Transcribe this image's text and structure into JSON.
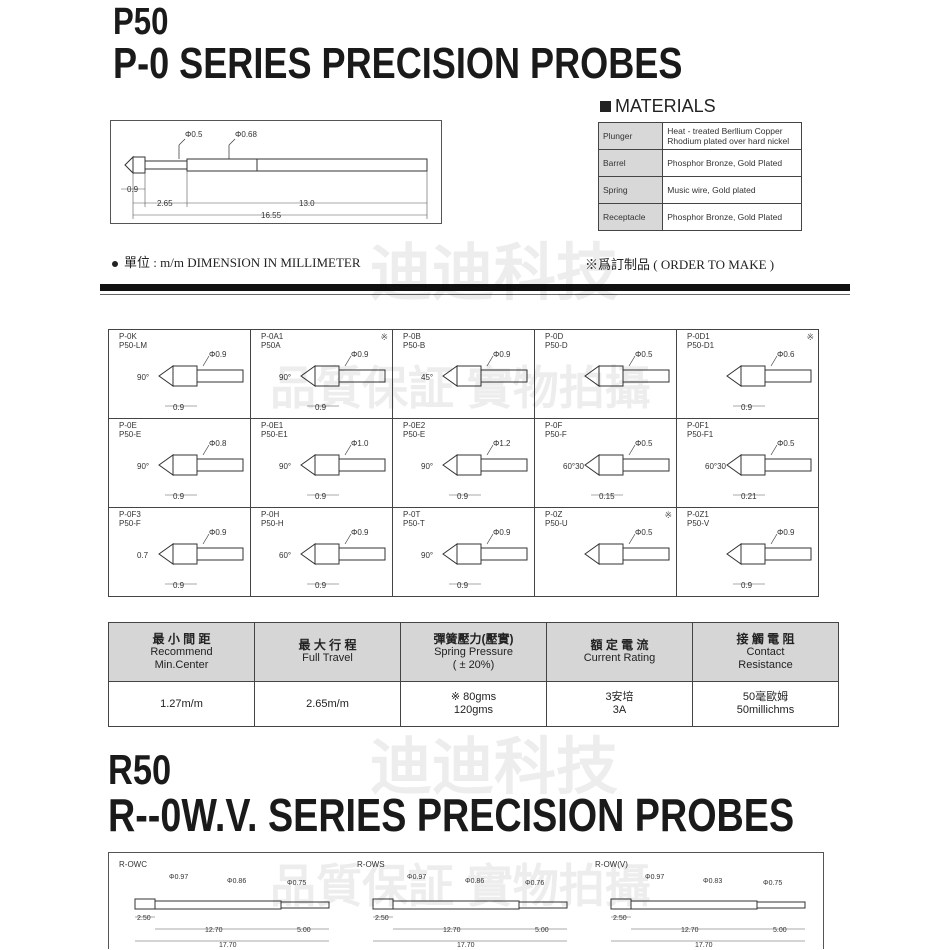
{
  "header": {
    "code": "P50",
    "series_title": "P-0  SERIES PRECISION PROBES"
  },
  "main_drawing": {
    "d1": "Φ0.5",
    "d2": "Φ0.68",
    "tip": "0.9",
    "seg1": "2.65",
    "seg2": "13.0",
    "total": "16.55"
  },
  "materials": {
    "heading": "MATERIALS",
    "rows": [
      {
        "part": "Plunger",
        "material": "Heat - treated Berllium  Copper Rhodium plated over hard nickel"
      },
      {
        "part": "Barrel",
        "material": "Phosphor Bronze,  Gold Plated"
      },
      {
        "part": "Spring",
        "material": "Music wire,  Gold  plated"
      },
      {
        "part": "Receptacle",
        "material": "Phosphor Bronze,  Gold  Plated"
      }
    ]
  },
  "units_note": "單位 : m/m DIMENSION  IN  MILLIMETER",
  "order_note": "※爲訂制品 (    ORDER TO MAKE )",
  "tips": [
    {
      "l1": "P-0K",
      "l2": "P50-LM",
      "mark": "",
      "dia": "Φ0.9",
      "angle": "90°",
      "len": "0.9"
    },
    {
      "l1": "P-0A1",
      "l2": "P50A",
      "mark": "※",
      "dia": "Φ0.9",
      "angle": "90°",
      "len": "0.9"
    },
    {
      "l1": "P-0B",
      "l2": "P50-B",
      "mark": "",
      "dia": "Φ0.9",
      "angle": "45°",
      "len": ""
    },
    {
      "l1": "P-0D",
      "l2": "P50-D",
      "mark": "",
      "dia": "Φ0.5",
      "angle": "",
      "len": ""
    },
    {
      "l1": "P-0D1",
      "l2": "P50-D1",
      "mark": "※",
      "dia": "Φ0.6",
      "angle": "",
      "len": "0.9"
    },
    {
      "l1": "P-0E",
      "l2": "P50-E",
      "mark": "",
      "dia": "Φ0.8",
      "angle": "90°",
      "len": "0.9"
    },
    {
      "l1": "P-0E1",
      "l2": "P50-E1",
      "mark": "",
      "dia": "Φ1.0",
      "angle": "90°",
      "len": "0.9"
    },
    {
      "l1": "P-0E2",
      "l2": "P50-E",
      "mark": "",
      "dia": "Φ1.2",
      "angle": "90°",
      "len": "0.9"
    },
    {
      "l1": "P-0F",
      "l2": "P50-F",
      "mark": "",
      "dia": "Φ0.5",
      "angle": "60°30",
      "len": "0.15"
    },
    {
      "l1": "P-0F1",
      "l2": "P50-F1",
      "mark": "",
      "dia": "Φ0.5",
      "angle": "60°30",
      "len": "0.21"
    },
    {
      "l1": "P-0F3",
      "l2": "P50-F",
      "mark": "",
      "dia": "Φ0.9",
      "angle": "0.7",
      "len": "0.9"
    },
    {
      "l1": "P-0H",
      "l2": "P50-H",
      "mark": "",
      "dia": "Φ0.9",
      "angle": "60°",
      "len": "0.9"
    },
    {
      "l1": "P-0T",
      "l2": "P50-T",
      "mark": "",
      "dia": "Φ0.9",
      "angle": "90°",
      "len": "0.9"
    },
    {
      "l1": "P-0Z",
      "l2": "P50-U",
      "mark": "※",
      "dia": "Φ0.5",
      "angle": "",
      "len": ""
    },
    {
      "l1": "P-0Z1",
      "l2": "P50-V",
      "mark": "",
      "dia": "Φ0.9",
      "angle": "",
      "len": "0.9"
    }
  ],
  "specs": {
    "headers": [
      {
        "zh": "最 小 間 距",
        "en1": "Recommend",
        "en2": "Min.Center"
      },
      {
        "zh": "最 大 行 程",
        "en1": "",
        "en2": "Full Travel"
      },
      {
        "zh": "彈簧壓力(壓實)",
        "en1": "Spring Pressure",
        "en2": "( ± 20%)"
      },
      {
        "zh": "額 定 電 流",
        "en1": "Current Rating",
        "en2": ""
      },
      {
        "zh": "接 觸 電 阻",
        "en1": "Contact",
        "en2": "Resistance"
      }
    ],
    "values": [
      {
        "a": "1.27m/m",
        "b": ""
      },
      {
        "a": "2.65m/m",
        "b": ""
      },
      {
        "a": "※ 80gms",
        "b": "120gms"
      },
      {
        "a": "3安培",
        "b": "3A"
      },
      {
        "a": "50毫歐姆",
        "b": "50millichms"
      }
    ]
  },
  "r_section": {
    "code": "R50",
    "series_title": "R--0W.V.  SERIES PRECISION PROBES"
  },
  "r_drawings": [
    {
      "name": "R-OWC",
      "d1": "Φ0.97",
      "d2": "Φ0.86",
      "d3": "Φ0.75",
      "a": "2.50",
      "b": "12.70",
      "c": "5.00",
      "total": "17.70"
    },
    {
      "name": "R-OWS",
      "d1": "Φ0.97",
      "d2": "Φ0.86",
      "d3": "Φ0.76",
      "a": "2.50",
      "b": "12.70",
      "c": "5.00",
      "total": "17.70"
    },
    {
      "name": "R-OW(V)",
      "d1": "Φ0.97",
      "d2": "Φ0.83",
      "d3": "Φ0.75",
      "a": "2.50",
      "b": "12.70",
      "c": "5.00",
      "total": "17.70"
    }
  ],
  "watermark": {
    "brand": "迪迪科技",
    "slogan": "品質保証 實物拍攝"
  }
}
